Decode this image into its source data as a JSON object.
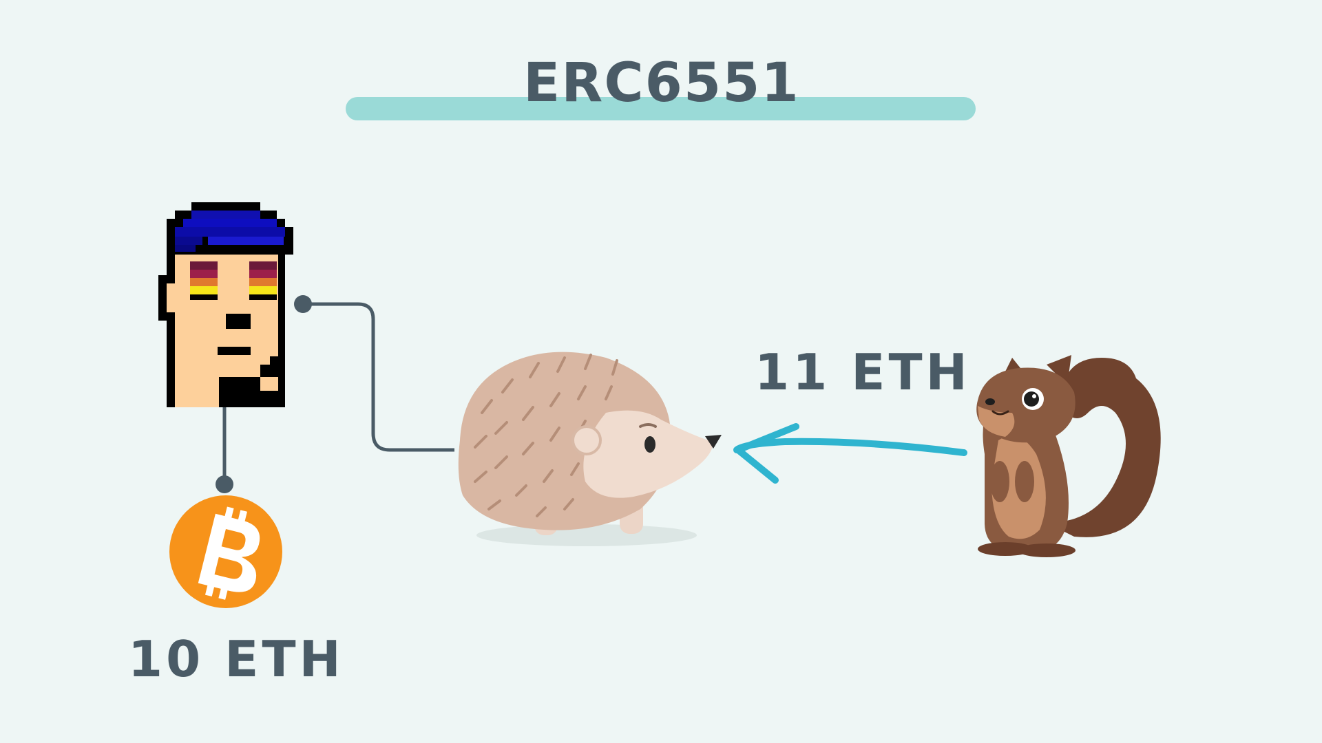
{
  "title": "ERC6551",
  "labels": {
    "nft_balance": "10 ETH",
    "transfer_amount": "11 ETH"
  },
  "colors": {
    "background": "#eef6f5",
    "title_bar": "#9adad7",
    "text": "#4a5b66",
    "connector": "#4a5b66",
    "arrow": "#2fb4cf",
    "coin": "#f7931a"
  },
  "icons": {
    "punk": "pixel-punk-avatar-icon",
    "coin": "bitcoin-coin-icon",
    "hedgehog": "hedgehog-icon",
    "squirrel": "squirrel-icon",
    "arrow": "transfer-arrow-icon"
  }
}
